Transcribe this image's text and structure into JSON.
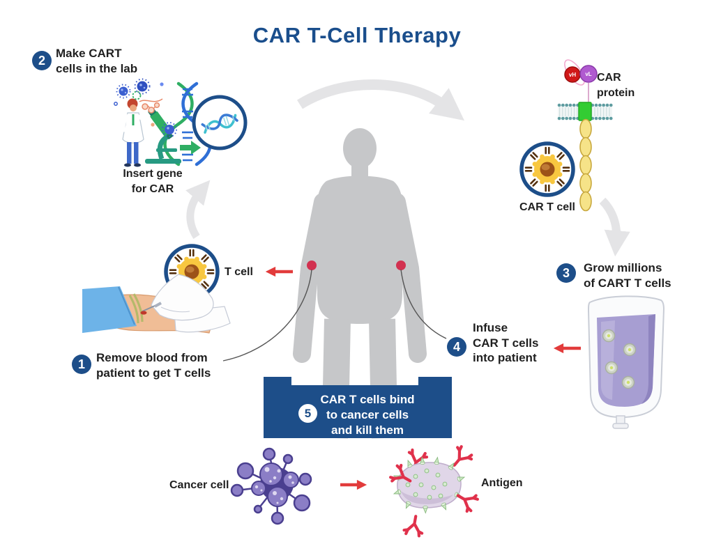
{
  "title": "CAR T-Cell Therapy",
  "steps": {
    "s1": {
      "number": "1",
      "label": "Remove blood from\npatient to get T cells"
    },
    "s2": {
      "number": "2",
      "label": "Make CART\ncells in the lab"
    },
    "s3": {
      "number": "3",
      "label": "Grow millions\nof CART T cells"
    },
    "s4": {
      "number": "4",
      "label": "Infuse\nCAR T cells\ninto patient"
    },
    "s5": {
      "number": "5",
      "label": "CAR T cells bind\nto cancer cells\nand kill them"
    }
  },
  "labels": {
    "insert_gene": "Insert gene\nfor CAR",
    "car_protein": "CAR\nprotein",
    "car_t_cell": "CAR T cell",
    "t_cell": "T cell",
    "cancer_cell": "Cancer cell",
    "antigen": "Antigen",
    "vh": "vH",
    "vl": "vL"
  },
  "colors": {
    "primary_blue": "#1d4e89",
    "title_blue": "#1a4e8c",
    "arrow_red": "#e23b3b",
    "body_gray": "#c6c7c9"
  }
}
